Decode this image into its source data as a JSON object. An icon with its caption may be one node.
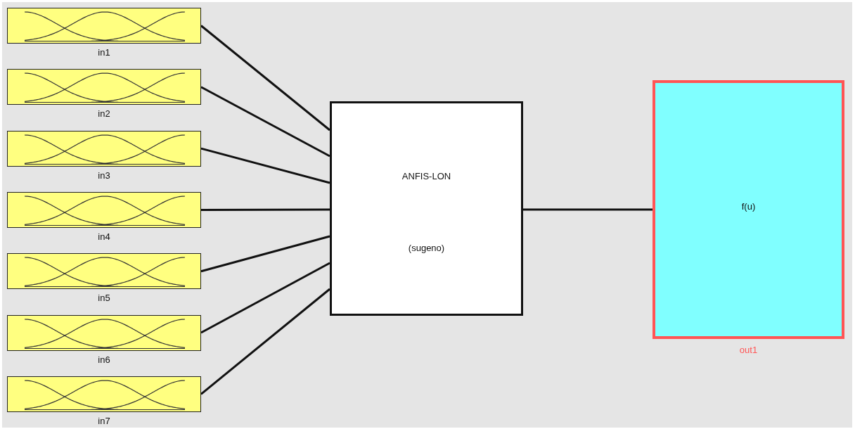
{
  "diagram": {
    "nodes": [
      {
        "text": [
          "in1"
        ]
      },
      {
        "text": [
          "in2"
        ]
      },
      {
        "text": [
          "in3"
        ]
      },
      {
        "text": [
          "in4"
        ]
      },
      {
        "text": [
          "in5"
        ]
      },
      {
        "text": [
          "in6"
        ]
      },
      {
        "text": [
          "in7"
        ]
      },
      {
        "text": [
          "ANFIS-LON",
          "(sugeno)"
        ]
      },
      {
        "text": [
          "f(u)",
          "out1"
        ]
      }
    ],
    "edges": [
      {
        "from": 0,
        "to": 7,
        "arrow": "none"
      },
      {
        "from": 1,
        "to": 7,
        "arrow": "none"
      },
      {
        "from": 2,
        "to": 7,
        "arrow": "none"
      },
      {
        "from": 3,
        "to": 7,
        "arrow": "none"
      },
      {
        "from": 4,
        "to": 7,
        "arrow": "none"
      },
      {
        "from": 5,
        "to": 7,
        "arrow": "none"
      },
      {
        "from": 6,
        "to": 7,
        "arrow": "none"
      },
      {
        "from": 7,
        "to": 8,
        "arrow": "none"
      }
    ]
  }
}
